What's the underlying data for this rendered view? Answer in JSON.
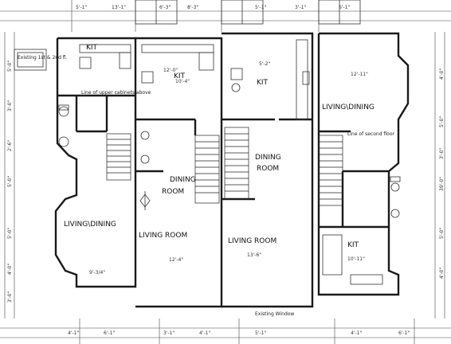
{
  "rooms": {
    "unit1_kit": "KIT",
    "unit1_living": "LIVING\\DINING",
    "unit2_kit": "KIT",
    "unit2_dining": [
      "DINING",
      "ROOM"
    ],
    "unit2_living": "LIVING ROOM",
    "unit3_kit": "KIT",
    "unit3_dining": [
      "DINING",
      "ROOM"
    ],
    "unit3_living": "LIVING ROOM",
    "unit4_living": "LIVING\\DINING",
    "unit4_kit": "KIT"
  },
  "room_dims": {
    "u1_living": "9'-3/4\"",
    "u2_kit": "12'-0\"",
    "u2_kit2": "10'-4\"",
    "u2_living": "12'-4\"",
    "u3_kit": "5'-2\"",
    "u3_living": "13'-6\"",
    "u4_living": "12'-11\"",
    "u4_kit": "10'-11\""
  },
  "notes": {
    "closet_note": "Line of upper cabinets above",
    "load_bearing": "Line of second floor",
    "window_note": "Existing Window",
    "u1_box": "Existing 1st & 2nd fl."
  },
  "top_dims": [
    "5'-1\"",
    "13'-1\"",
    "6'-3\"",
    "8'-3\"",
    "5'-1\"",
    "3'-1\"",
    "6'-1\""
  ],
  "bottom_dims": [
    "4'-1\"",
    "6'-1\"",
    "3'-1\"",
    "4'-1\"",
    "5'-1\"",
    "4'-1\"",
    "6'-1\""
  ],
  "left_dims": [
    "5'-0\"",
    "3'-0\"",
    "2'-6\"",
    "5'-0\"",
    "5'-0\"",
    "4'-0\"",
    "3'-0\""
  ],
  "right_dims": [
    "4'-0\"",
    "5'-0\"",
    "3'-0\"",
    "39'-0\"",
    "5'-0\"",
    "4'-0\""
  ]
}
